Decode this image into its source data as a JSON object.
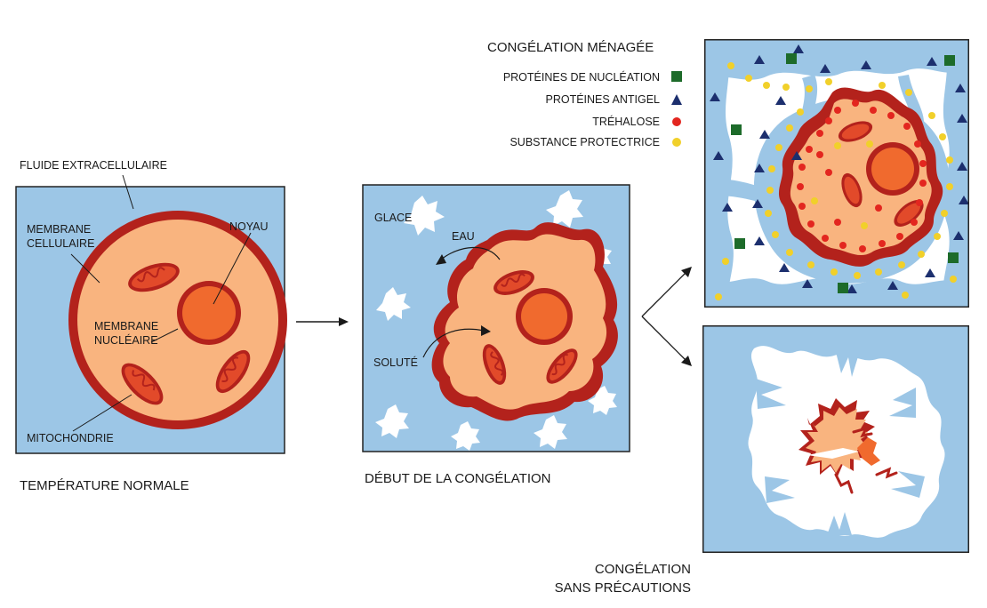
{
  "colors": {
    "fluid": "#9cc6e6",
    "ice": "#ffffff",
    "cytoplasm": "#f9b47f",
    "membrane": "#b3221c",
    "nucleus": "#f06a2e",
    "mitochondria": "#e24a2a",
    "nucleation_protein": "#1d6b2a",
    "antifreeze_protein": "#1c2f6e",
    "trehalose": "#e3261f",
    "protective_substance": "#f1d02a"
  },
  "panel1": {
    "caption": "TEMPÉRATURE NORMALE",
    "labels": {
      "fluid": "FLUIDE EXTRACELLULAIRE",
      "cell_membrane_1": "MEMBRANE",
      "cell_membrane_2": "CELLULAIRE",
      "nucleus": "NOYAU",
      "nuclear_membrane_1": "MEMBRANE",
      "nuclear_membrane_2": "NUCLÉAIRE",
      "mitochondria": "MITOCHONDRIE"
    }
  },
  "panel2": {
    "caption": "DÉBUT DE LA CONGÉLATION",
    "labels": {
      "ice": "GLACE",
      "water": "EAU",
      "solute": "SOLUTÉ"
    }
  },
  "panel3": {
    "title": "CONGÉLATION MÉNAGÉE",
    "legend": [
      {
        "label": "PROTÉINES DE NUCLÉATION",
        "icon": "green-square-icon"
      },
      {
        "label": "PROTÉINES ANTIGEL",
        "icon": "blue-triangle-icon"
      },
      {
        "label": "TRÉHALOSE",
        "icon": "red-dot-icon"
      },
      {
        "label": "SUBSTANCE PROTECTRICE",
        "icon": "yellow-dot-icon"
      }
    ]
  },
  "panel4": {
    "caption_line1": "CONGÉLATION",
    "caption_line2": "SANS PRÉCAUTIONS"
  }
}
